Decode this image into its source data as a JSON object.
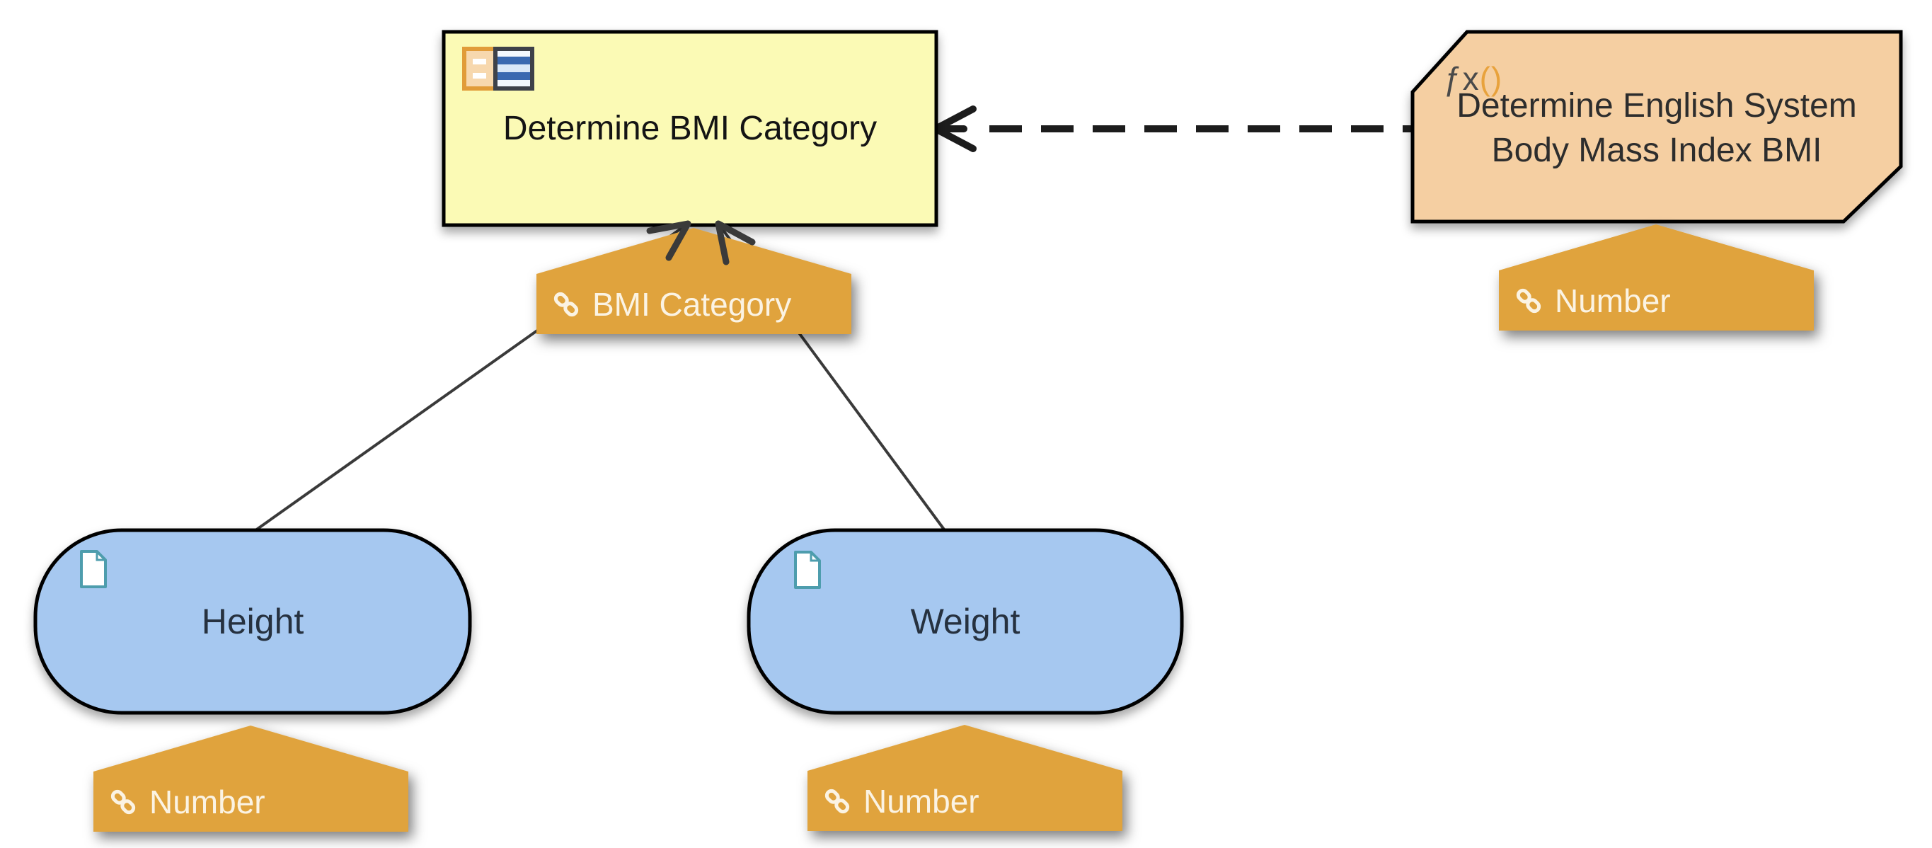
{
  "diagram": {
    "title": "DMN decision requirements diagram",
    "background": "#ffffff",
    "colors": {
      "decision_fill": "#FBFAB5",
      "bkm_fill": "#F5CFA2",
      "input_fill": "#A6C8F0",
      "badge_fill": "#E0A33E",
      "badge_text": "#FBF3E3",
      "shape_border": "#000000",
      "connector": "#3a3a3a",
      "dashed_connector": "#1c1c1c",
      "doc_icon_stroke": "#4E9DAD",
      "table_icon_orange": "#E19C39",
      "table_icon_blue": "#3A68B0"
    },
    "decision": {
      "label": "Determine BMI Category",
      "icon": "decision-table-icon",
      "type_badge": {
        "icon": "link-icon",
        "label": "BMI Category"
      }
    },
    "bkm": {
      "label": "Determine English System Body Mass Index BMI",
      "icon": "function-icon",
      "icon_text": {
        "fx": "ƒx",
        "parens": "()"
      },
      "type_badge": {
        "icon": "link-icon",
        "label": "Number"
      }
    },
    "inputs": [
      {
        "label": "Height",
        "icon": "document-icon",
        "type_badge": {
          "icon": "link-icon",
          "label": "Number"
        }
      },
      {
        "label": "Weight",
        "icon": "document-icon",
        "type_badge": {
          "icon": "link-icon",
          "label": "Number"
        }
      }
    ],
    "connectors": [
      {
        "from": "Height",
        "to": "Determine BMI Category",
        "style": "solid",
        "arrow": "open"
      },
      {
        "from": "Weight",
        "to": "Determine BMI Category",
        "style": "solid",
        "arrow": "open"
      },
      {
        "from": "Determine English System Body Mass Index BMI",
        "to": "Determine BMI Category",
        "style": "dashed",
        "arrow": "open"
      }
    ]
  }
}
